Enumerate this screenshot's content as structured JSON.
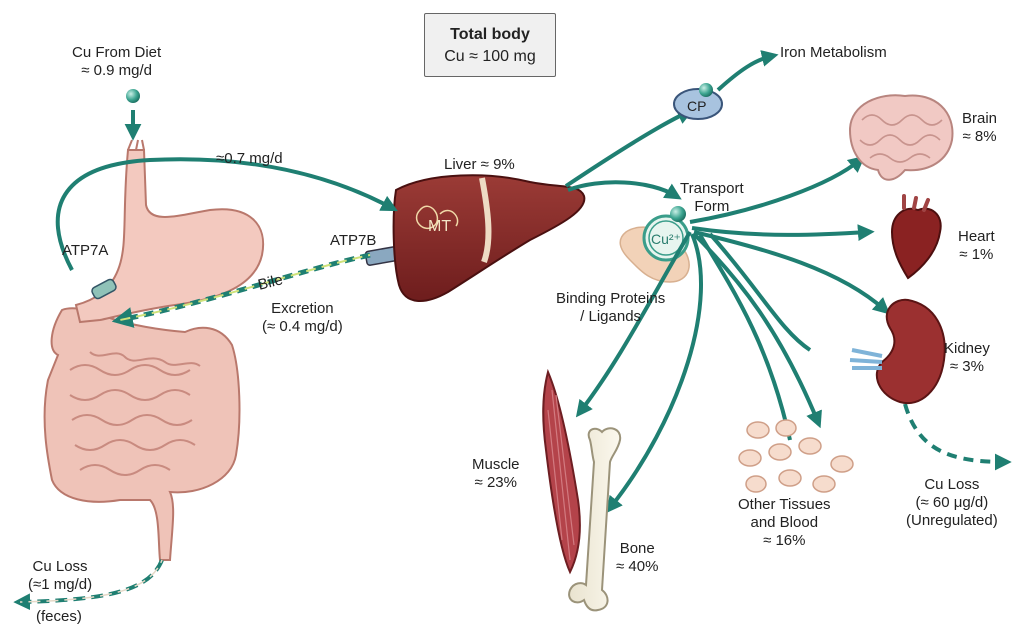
{
  "total_box": {
    "line1": "Total body",
    "line2": "Cu ≈ 100 mg"
  },
  "diet": {
    "line1": "Cu From Diet",
    "line2": "≈ 0.9 mg/d"
  },
  "absorbed": "≈0.7 mg/d",
  "atp7a": "ATP7A",
  "atp7b": "ATP7B",
  "bile": "Bile",
  "excretion": {
    "line1": "Excretion",
    "line2": "(≈ 0.4 mg/d)"
  },
  "liver": "Liver ≈ 9%",
  "mt": "MT",
  "cp": "CP",
  "iron": "Iron Metabolism",
  "transport": {
    "line1": "Transport",
    "line2": "Form"
  },
  "cu_ion": "Cu²⁺",
  "binding": {
    "line1": "Binding Proteins",
    "line2": "/ Ligands"
  },
  "brain": {
    "name": "Brain",
    "pct": "≈ 8%"
  },
  "heart": {
    "name": "Heart",
    "pct": "≈ 1%"
  },
  "kidney": {
    "name": "Kidney",
    "pct": "≈ 3%"
  },
  "muscle": {
    "name": "Muscle",
    "pct": "≈ 23%"
  },
  "bone": {
    "name": "Bone",
    "pct": "≈ 40%"
  },
  "other": {
    "line1": "Other Tissues",
    "line2": "and Blood",
    "pct": "≈ 16%"
  },
  "cu_loss_right": {
    "line1": "Cu Loss",
    "line2": "(≈ 60 μg/d)",
    "line3": "(Unregulated)"
  },
  "cu_loss_left": {
    "line1": "Cu Loss",
    "line2": "(≈1 mg/d)",
    "line3": "(feces)"
  },
  "colors": {
    "arrow": "#1f7f72",
    "organ": "#8a2a2a",
    "gut": "#e8b3a8"
  }
}
